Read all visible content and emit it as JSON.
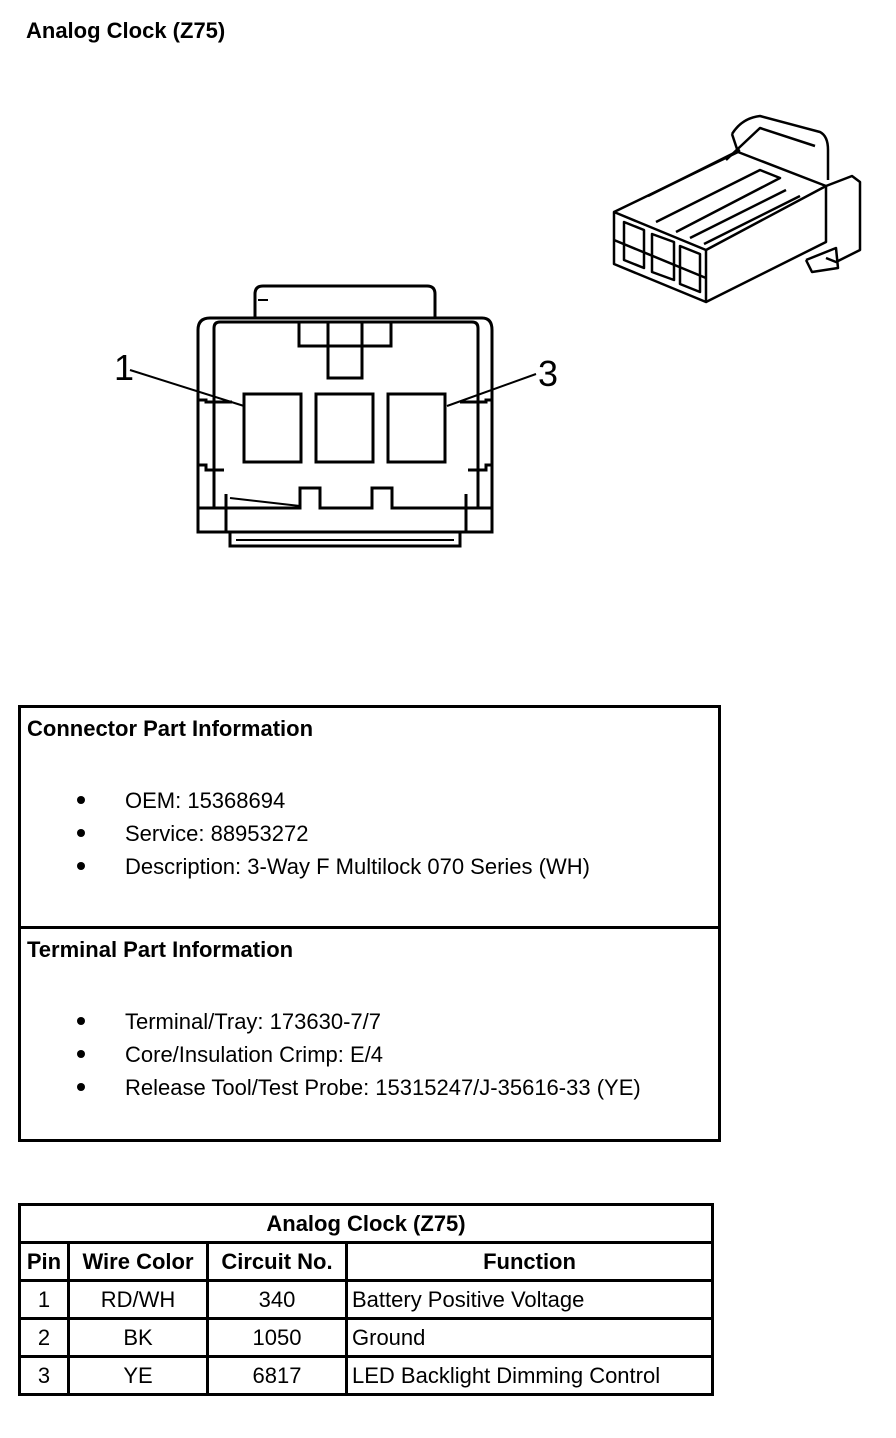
{
  "title": "Analog Clock (Z75)",
  "diagram": {
    "pin_labels": [
      "1",
      "3"
    ]
  },
  "connector_info": {
    "title": "Connector Part Information",
    "items": [
      "OEM: 15368694",
      "Service: 88953272",
      "Description: 3-Way F Multilock 070 Series (WH)"
    ]
  },
  "terminal_info": {
    "title": "Terminal Part Information",
    "items": [
      "Terminal/Tray: 173630-7/7",
      "Core/Insulation Crimp: E/4",
      "Release Tool/Test Probe: 15315247/J-35616-33 (YE)"
    ]
  },
  "pin_table": {
    "caption": "Analog Clock (Z75)",
    "headers": [
      "Pin",
      "Wire Color",
      "Circuit No.",
      "Function"
    ],
    "rows": [
      [
        "1",
        "RD/WH",
        "340",
        "Battery Positive Voltage"
      ],
      [
        "2",
        "BK",
        "1050",
        "Ground"
      ],
      [
        "3",
        "YE",
        "6817",
        "LED Backlight Dimming Control"
      ]
    ]
  }
}
